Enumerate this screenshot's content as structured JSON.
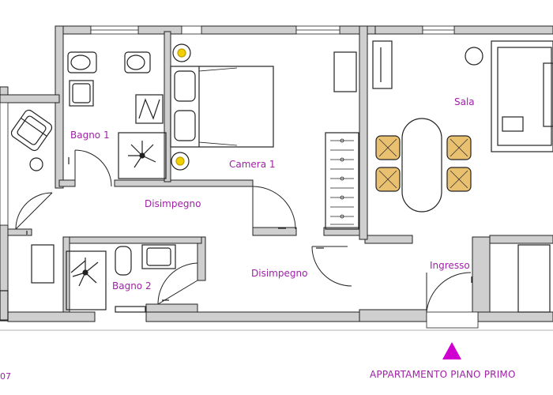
{
  "plan": {
    "title": "APPARTAMENTO PIANO PRIMO",
    "code_fragment": "07",
    "accent_color": "#a020a8",
    "wall_color": "#c8c8c8",
    "rooms": {
      "bagno1": "Bagno 1",
      "camera1": "Camera 1",
      "sala": "Sala",
      "disimpegno_top": "Disimpegno",
      "disimpegno_bottom": "Disimpegno",
      "bagno2": "Bagno 2",
      "ingresso": "Ingresso"
    },
    "marker_icon": "triangle-up-icon"
  }
}
